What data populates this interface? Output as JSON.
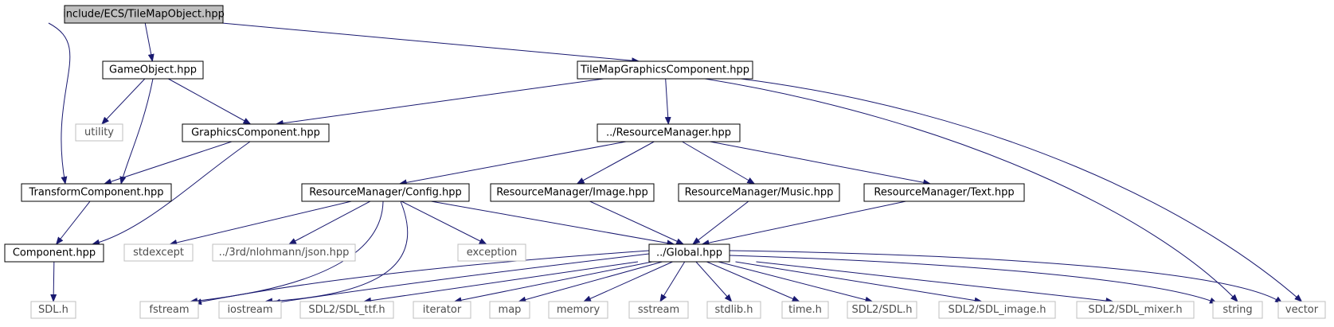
{
  "diagram": {
    "colors": {
      "edge": "#191970",
      "node_border": "#000000",
      "system_border": "#bfbfbf",
      "system_text": "#4d4d4d",
      "root_fill": "#bfbfbf",
      "text": "#000000"
    },
    "nodes": [
      {
        "id": "root",
        "label": "include/ECS/TileMapObject.hpp",
        "kind": "root"
      },
      {
        "id": "gameobject",
        "label": "GameObject.hpp",
        "kind": "file"
      },
      {
        "id": "tilemapgfx",
        "label": "TileMapGraphicsComponent.hpp",
        "kind": "file"
      },
      {
        "id": "utility",
        "label": "utility",
        "kind": "system"
      },
      {
        "id": "graphics",
        "label": "GraphicsComponent.hpp",
        "kind": "file"
      },
      {
        "id": "resmgr",
        "label": "../ResourceManager.hpp",
        "kind": "file"
      },
      {
        "id": "transform",
        "label": "TransformComponent.hpp",
        "kind": "file"
      },
      {
        "id": "config",
        "label": "ResourceManager/Config.hpp",
        "kind": "file"
      },
      {
        "id": "image",
        "label": "ResourceManager/Image.hpp",
        "kind": "file"
      },
      {
        "id": "music",
        "label": "ResourceManager/Music.hpp",
        "kind": "file"
      },
      {
        "id": "text",
        "label": "ResourceManager/Text.hpp",
        "kind": "file"
      },
      {
        "id": "component",
        "label": "Component.hpp",
        "kind": "file"
      },
      {
        "id": "stdexcept",
        "label": "stdexcept",
        "kind": "system"
      },
      {
        "id": "json",
        "label": "../3rd/nlohmann/json.hpp",
        "kind": "system"
      },
      {
        "id": "exception",
        "label": "exception",
        "kind": "system"
      },
      {
        "id": "global",
        "label": "../Global.hpp",
        "kind": "file"
      },
      {
        "id": "sdl",
        "label": "SDL.h",
        "kind": "system"
      },
      {
        "id": "fstream",
        "label": "fstream",
        "kind": "system"
      },
      {
        "id": "iostream",
        "label": "iostream",
        "kind": "system"
      },
      {
        "id": "sdl_ttf",
        "label": "SDL2/SDL_ttf.h",
        "kind": "system"
      },
      {
        "id": "iterator",
        "label": "iterator",
        "kind": "system"
      },
      {
        "id": "map",
        "label": "map",
        "kind": "system"
      },
      {
        "id": "memory",
        "label": "memory",
        "kind": "system"
      },
      {
        "id": "sstream",
        "label": "sstream",
        "kind": "system"
      },
      {
        "id": "stdlib",
        "label": "stdlib.h",
        "kind": "system"
      },
      {
        "id": "time",
        "label": "time.h",
        "kind": "system"
      },
      {
        "id": "sdl2",
        "label": "SDL2/SDL.h",
        "kind": "system"
      },
      {
        "id": "sdl_image",
        "label": "SDL2/SDL_image.h",
        "kind": "system"
      },
      {
        "id": "sdl_mixer",
        "label": "SDL2/SDL_mixer.h",
        "kind": "system"
      },
      {
        "id": "string",
        "label": "string",
        "kind": "system"
      },
      {
        "id": "vector",
        "label": "vector",
        "kind": "system"
      }
    ],
    "edges": [
      {
        "from": "root",
        "to": "gameobject"
      },
      {
        "from": "root",
        "to": "transform"
      },
      {
        "from": "root",
        "to": "tilemapgfx"
      },
      {
        "from": "gameobject",
        "to": "utility"
      },
      {
        "from": "gameobject",
        "to": "transform"
      },
      {
        "from": "gameobject",
        "to": "graphics"
      },
      {
        "from": "tilemapgfx",
        "to": "graphics"
      },
      {
        "from": "tilemapgfx",
        "to": "resmgr"
      },
      {
        "from": "tilemapgfx",
        "to": "string"
      },
      {
        "from": "tilemapgfx",
        "to": "vector"
      },
      {
        "from": "graphics",
        "to": "transform"
      },
      {
        "from": "graphics",
        "to": "component"
      },
      {
        "from": "transform",
        "to": "component"
      },
      {
        "from": "component",
        "to": "sdl"
      },
      {
        "from": "resmgr",
        "to": "config"
      },
      {
        "from": "resmgr",
        "to": "image"
      },
      {
        "from": "resmgr",
        "to": "music"
      },
      {
        "from": "resmgr",
        "to": "text"
      },
      {
        "from": "config",
        "to": "stdexcept"
      },
      {
        "from": "config",
        "to": "json"
      },
      {
        "from": "config",
        "to": "exception"
      },
      {
        "from": "config",
        "to": "global"
      },
      {
        "from": "config",
        "to": "fstream"
      },
      {
        "from": "config",
        "to": "iostream"
      },
      {
        "from": "image",
        "to": "global"
      },
      {
        "from": "music",
        "to": "global"
      },
      {
        "from": "text",
        "to": "global"
      },
      {
        "from": "global",
        "to": "fstream"
      },
      {
        "from": "global",
        "to": "iostream"
      },
      {
        "from": "global",
        "to": "sdl_ttf"
      },
      {
        "from": "global",
        "to": "iterator"
      },
      {
        "from": "global",
        "to": "map"
      },
      {
        "from": "global",
        "to": "memory"
      },
      {
        "from": "global",
        "to": "sstream"
      },
      {
        "from": "global",
        "to": "stdlib"
      },
      {
        "from": "global",
        "to": "time"
      },
      {
        "from": "global",
        "to": "sdl2"
      },
      {
        "from": "global",
        "to": "sdl_image"
      },
      {
        "from": "global",
        "to": "sdl_mixer"
      },
      {
        "from": "global",
        "to": "string"
      },
      {
        "from": "global",
        "to": "vector"
      }
    ]
  }
}
